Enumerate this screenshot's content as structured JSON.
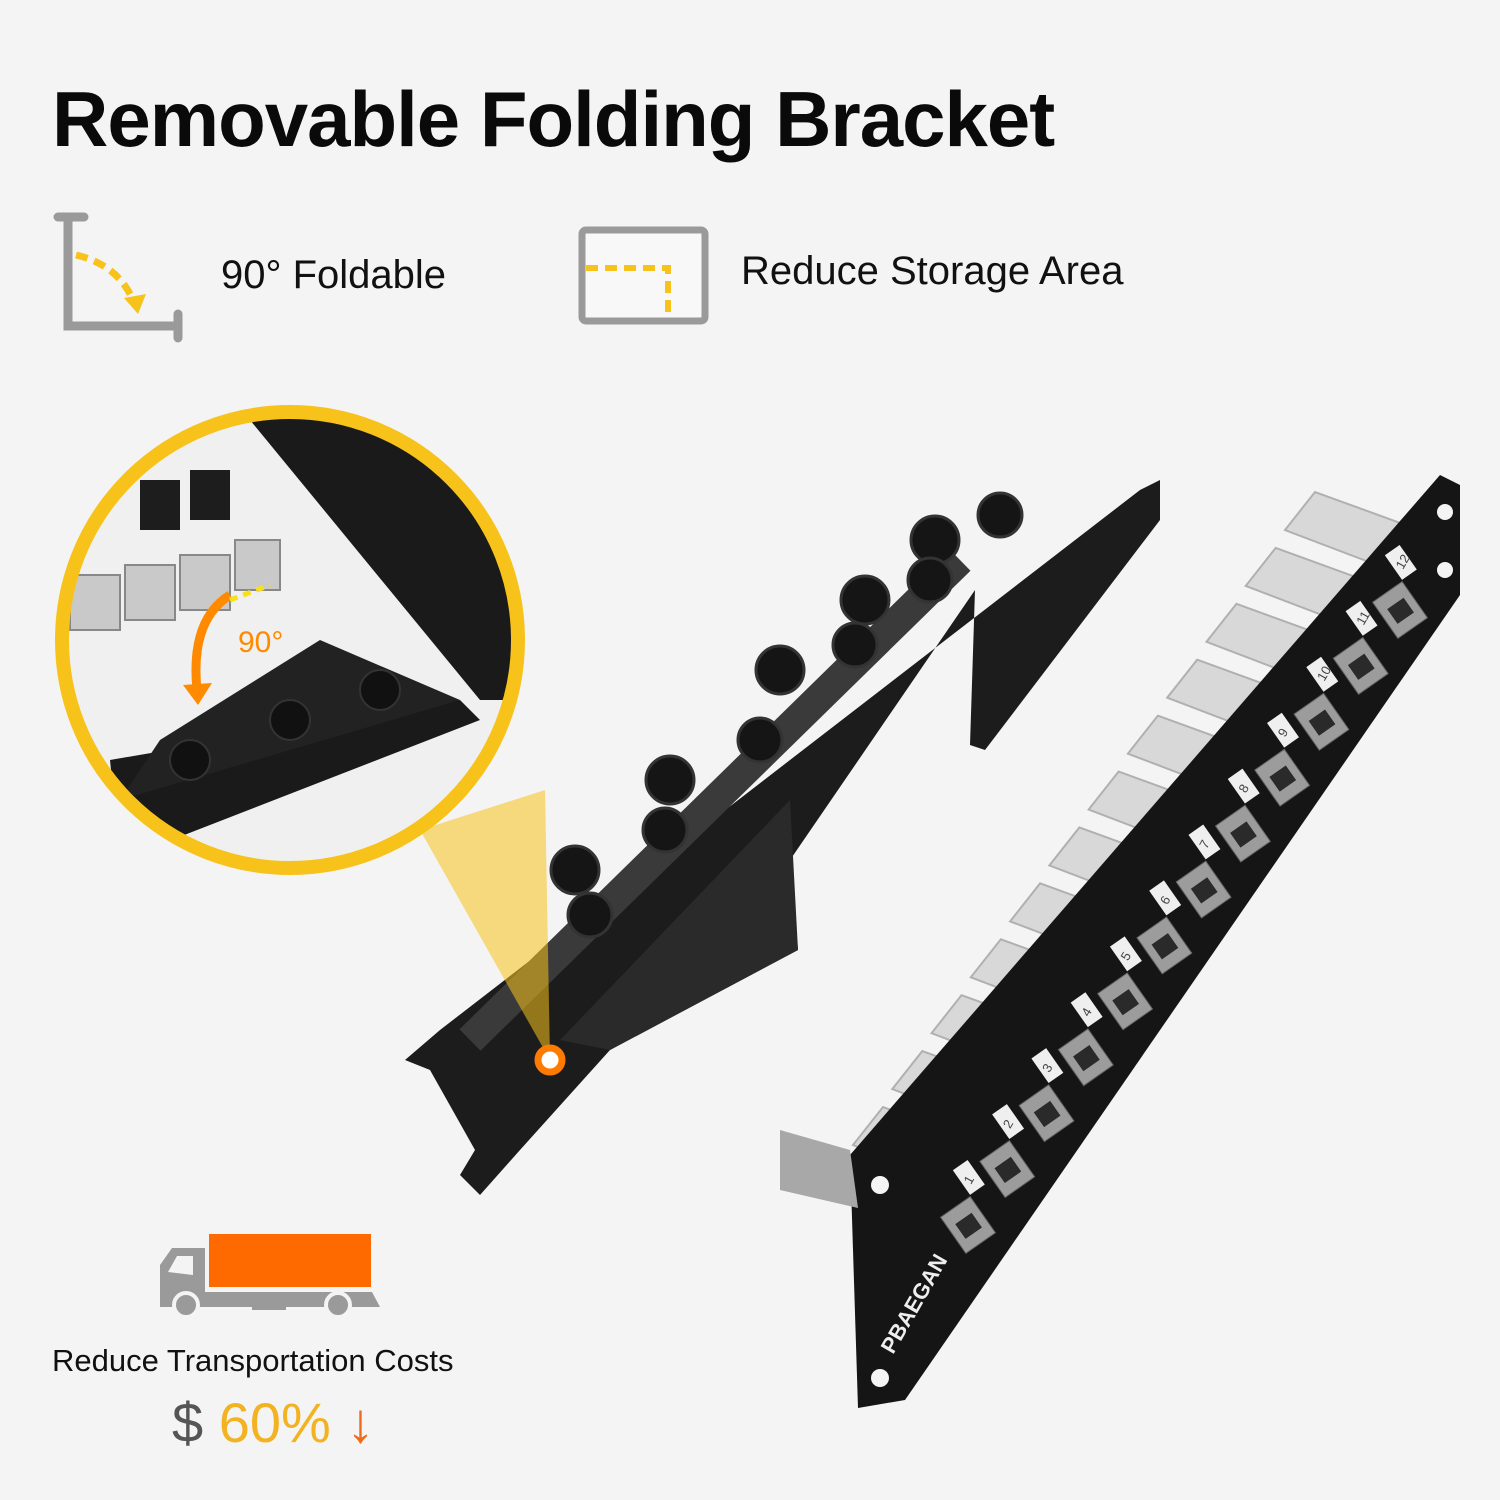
{
  "title": "Removable Folding Bracket",
  "features": [
    {
      "label": "90° Foldable",
      "icon": "fold-angle-icon"
    },
    {
      "label": "Reduce Storage Area",
      "icon": "storage-area-icon"
    },
    {
      "label": "Reduce Transportation Costs",
      "icon": "truck-icon"
    }
  ],
  "cost": {
    "currency": "$",
    "percent": "60%",
    "arrow": "↓"
  },
  "inset": {
    "angle_label": "90°"
  },
  "panel": {
    "brand_logo": "PBAEGAN",
    "port_numbers": [
      "1",
      "2",
      "3",
      "4",
      "5",
      "6",
      "7",
      "8",
      "9",
      "10",
      "11",
      "12"
    ]
  },
  "colors": {
    "accent_yellow": "#f7c21a",
    "accent_orange": "#ff6a00",
    "icon_gray": "#9a9a9a",
    "product_black": "#1b1b1b"
  }
}
